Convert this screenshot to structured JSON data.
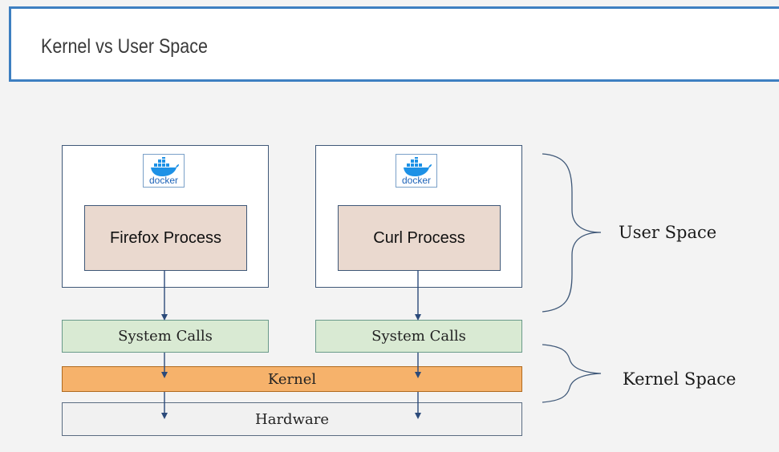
{
  "title": "Kernel vs User Space",
  "containers": [
    {
      "logo_text": "docker",
      "process_label": "Firefox Process"
    },
    {
      "logo_text": "docker",
      "process_label": "Curl Process"
    }
  ],
  "system_calls": [
    "System Calls",
    "System Calls"
  ],
  "kernel_label": "Kernel",
  "hardware_label": "Hardware",
  "user_space_label": "User Space",
  "kernel_space_label": "Kernel Space",
  "colors": {
    "title_border": "#3d7fc1",
    "process_fill": "#ead9cf",
    "system_calls_fill": "#d9ead3",
    "kernel_fill": "#f6b26b",
    "hardware_fill": "#f1f1f1",
    "arrow": "#2b4a7a",
    "docker_blue": "#1d91e6"
  }
}
